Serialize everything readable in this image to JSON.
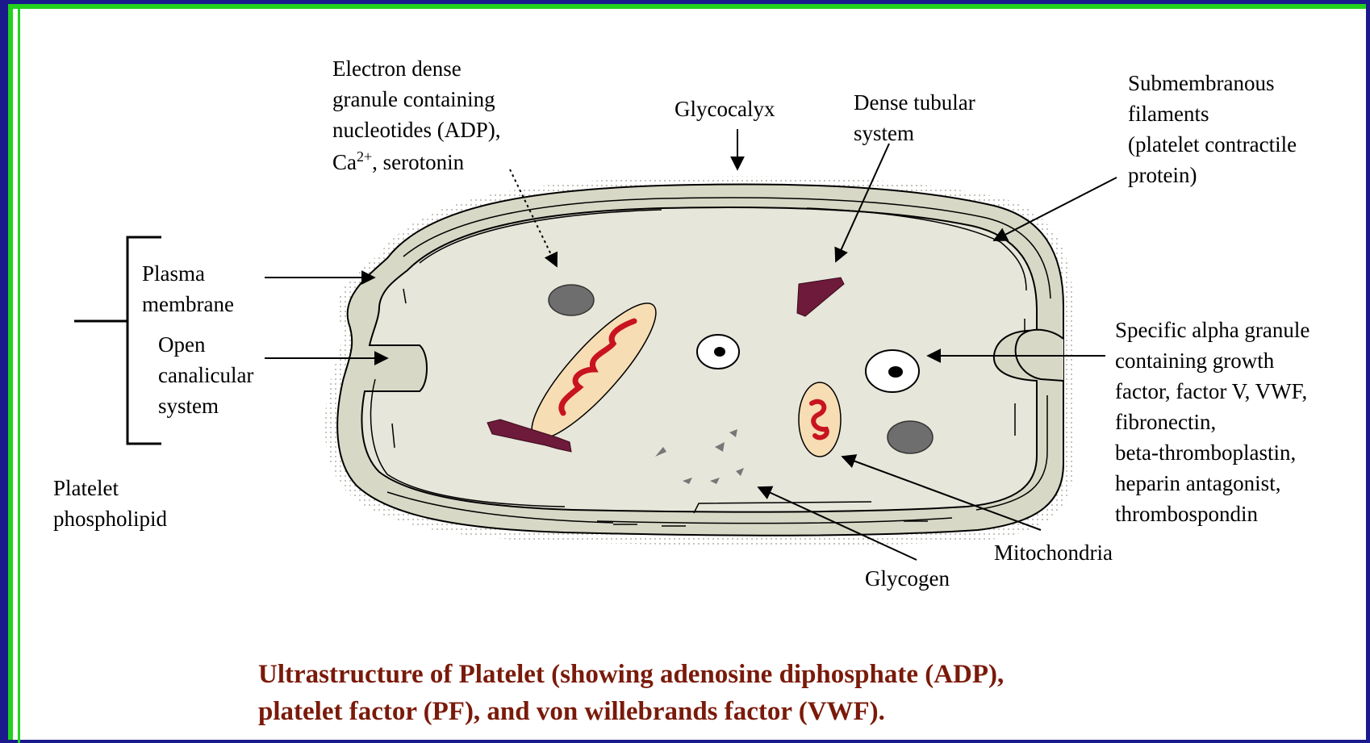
{
  "labels": {
    "electron_dense_1": "Electron dense",
    "electron_dense_2": "granule containing",
    "electron_dense_3": "nucleotides (ADP),",
    "electron_dense_4a": "Ca",
    "electron_dense_4sup": "2+",
    "electron_dense_4b": ", serotonin",
    "glycocalyx": "Glycocalyx",
    "dense_tubular_1": "Dense tubular",
    "dense_tubular_2": "system",
    "submembranous_1": "Submembranous",
    "submembranous_2": "filaments",
    "submembranous_3": "(platelet contractile",
    "submembranous_4": "protein)",
    "plasma_1": "Plasma",
    "plasma_2": "membrane",
    "open_1": "Open",
    "open_2": "canalicular",
    "open_3": "system",
    "phospholipid_1": "Platelet",
    "phospholipid_2": "phospholipid",
    "alpha_1": "Specific alpha granule",
    "alpha_2": "containing growth",
    "alpha_3": "factor, factor V, VWF,",
    "alpha_4": "fibronectin,",
    "alpha_5": "beta-thromboplastin,",
    "alpha_6": "heparin antagonist,",
    "alpha_7": "thrombospondin",
    "mitochondria": "Mitochondria",
    "glycogen": "Glycogen"
  },
  "caption": {
    "line1": "Ultrastructure of Platelet (showing adenosine diphosphate (ADP),",
    "line2": "platelet factor (PF), and von willebrands factor (VWF)."
  },
  "colors": {
    "background": "#1a1a8c",
    "frame": "#22d21e",
    "cell_fill": "#e8e8dc",
    "rim_fill": "#d8d8c6",
    "granule": "#6e6e6e",
    "mito_outer": "#f7ddb4",
    "mito_cristae": "#c8141e",
    "tubule": "#6e1a3a",
    "caption": "#7a1a0a"
  }
}
